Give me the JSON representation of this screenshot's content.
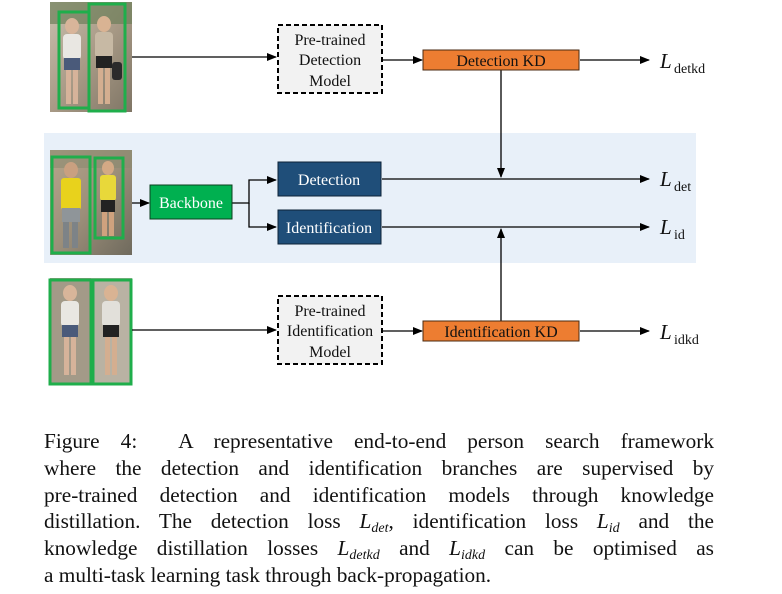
{
  "diagram": {
    "pretrained_detection_model": [
      "Pre-trained",
      "Detection",
      "Model"
    ],
    "detection_kd": "Detection KD",
    "backbone": "Backbone",
    "detection": "Detection",
    "identification": "Identification",
    "pretrained_identification_model": [
      "Pre-trained",
      "Identification",
      "Model"
    ],
    "identification_kd": "Identification KD",
    "loss_labels": {
      "detkd": {
        "base": "L",
        "sub": "detkd"
      },
      "det": {
        "base": "L",
        "sub": "det"
      },
      "id": {
        "base": "L",
        "sub": "id"
      },
      "idkd": {
        "base": "L",
        "sub": "idkd"
      }
    },
    "colors": {
      "highlight_band": "#e8f0f9",
      "kd_orange": "#ed7d31",
      "backbone_green": "#00b050",
      "branch_navy": "#1f4e79",
      "pretrained_fill": "#f2f2f2",
      "bbox_green": "#1fae4b"
    }
  },
  "caption": {
    "prefix": "Figure 4:",
    "lines": [
      "A representative end-to-end person search framework",
      "where the detection and identification branches are supervised by",
      "pre-trained detection and identification models through knowledge",
      "distillation. The detection loss",
      "identification loss",
      "and the",
      "knowledge distillation losses",
      "and",
      "can be optimised as",
      "a multi-task learning task through back-propagation."
    ],
    "math": {
      "L": "L",
      "det": "det",
      "id": "id",
      "detkd": "detkd",
      "idkd": "idkd"
    }
  }
}
